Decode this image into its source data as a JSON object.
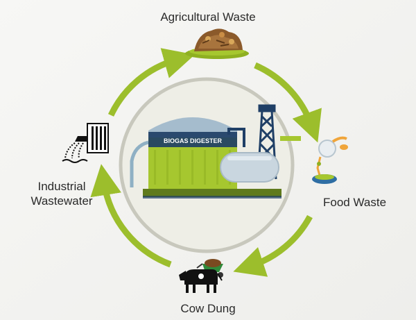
{
  "labels": {
    "agricultural_waste": "Agricultural Waste",
    "food_waste": "Food Waste",
    "cow_dung": "Cow Dung",
    "industrial_line1": "Industrial",
    "industrial_line2": "Wastewater",
    "digester_sign": "BIOGAS DIGESTER"
  },
  "colors": {
    "arrow": "#9cbe2c",
    "digester_green": "#a6c72f",
    "digester_dark": "#5f7a1c",
    "dome": "#a5bccd",
    "tank": "#c9d6df",
    "tower": "#1f3f66",
    "ring": "#c8c8bd",
    "circle_fill": "#eeeee6"
  },
  "icons": [
    "agricultural-waste-icon",
    "food-waste-icon",
    "cow-dung-icon",
    "industrial-wastewater-icon"
  ]
}
